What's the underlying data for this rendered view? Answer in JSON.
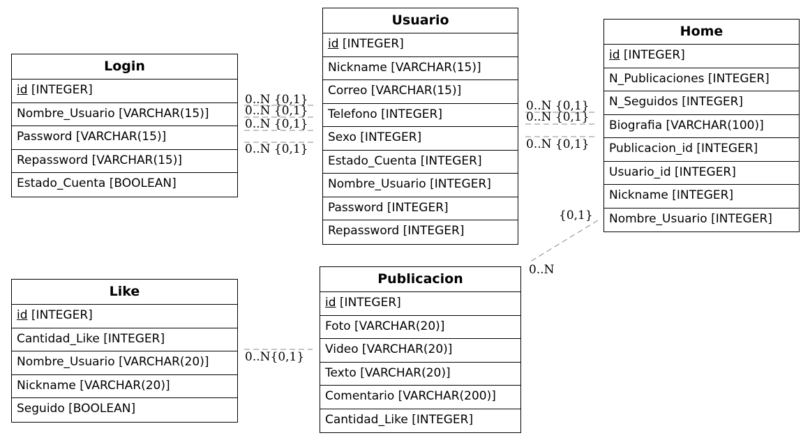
{
  "entities": {
    "login": {
      "title": "Login",
      "attributes": [
        {
          "name": "id",
          "type": "[INTEGER]",
          "pk": true
        },
        {
          "name": "Nombre_Usuario",
          "type": "[VARCHAR(15)]",
          "pk": false
        },
        {
          "name": "Password",
          "type": "[VARCHAR(15)]",
          "pk": false
        },
        {
          "name": "Repassword",
          "type": "[VARCHAR(15)]",
          "pk": false
        },
        {
          "name": "Estado_Cuenta",
          "type": "[BOOLEAN]",
          "pk": false
        }
      ]
    },
    "usuario": {
      "title": "Usuario",
      "attributes": [
        {
          "name": "id",
          "type": "[INTEGER]",
          "pk": true
        },
        {
          "name": "Nickname",
          "type": "[VARCHAR(15)]",
          "pk": false
        },
        {
          "name": "Correo",
          "type": "[VARCHAR(15)]",
          "pk": false
        },
        {
          "name": "Telefono",
          "type": "[INTEGER]",
          "pk": false
        },
        {
          "name": "Sexo",
          "type": "[INTEGER]",
          "pk": false
        },
        {
          "name": "Estado_Cuenta",
          "type": "[INTEGER]",
          "pk": false
        },
        {
          "name": "Nombre_Usuario",
          "type": "[INTEGER]",
          "pk": false
        },
        {
          "name": "Password",
          "type": "[INTEGER]",
          "pk": false
        },
        {
          "name": "Repassword",
          "type": "[INTEGER]",
          "pk": false
        }
      ]
    },
    "home": {
      "title": "Home",
      "attributes": [
        {
          "name": "id",
          "type": "[INTEGER]",
          "pk": true
        },
        {
          "name": "N_Publicaciones",
          "type": "[INTEGER]",
          "pk": false
        },
        {
          "name": "N_Seguidos",
          "type": "[INTEGER]",
          "pk": false
        },
        {
          "name": "Biografia",
          "type": "[VARCHAR(100)]",
          "pk": false
        },
        {
          "name": "Publicacion_id",
          "type": "[INTEGER]",
          "pk": false
        },
        {
          "name": "Usuario_id",
          "type": "[INTEGER]",
          "pk": false
        },
        {
          "name": "Nickname",
          "type": "[INTEGER]",
          "pk": false
        },
        {
          "name": "Nombre_Usuario",
          "type": "[INTEGER]",
          "pk": false
        }
      ]
    },
    "like": {
      "title": "Like",
      "attributes": [
        {
          "name": "id",
          "type": "[INTEGER]",
          "pk": true
        },
        {
          "name": "Cantidad_Like",
          "type": "[INTEGER]",
          "pk": false
        },
        {
          "name": "Nombre_Usuario",
          "type": "[VARCHAR(20)]",
          "pk": false
        },
        {
          "name": "Nickname",
          "type": "[VARCHAR(20)]",
          "pk": false
        },
        {
          "name": "Seguido",
          "type": "[BOOLEAN]",
          "pk": false
        }
      ]
    },
    "publicacion": {
      "title": "Publicacion",
      "attributes": [
        {
          "name": "id",
          "type": "[INTEGER]",
          "pk": true
        },
        {
          "name": "Foto",
          "type": "[VARCHAR(20)]",
          "pk": false
        },
        {
          "name": "Video",
          "type": "[VARCHAR(20)]",
          "pk": false
        },
        {
          "name": "Texto",
          "type": "[VARCHAR(20)]",
          "pk": false
        },
        {
          "name": "Comentario",
          "type": "[VARCHAR(200)]",
          "pk": false
        },
        {
          "name": "Cantidad_Like",
          "type": "[INTEGER]",
          "pk": false
        }
      ]
    }
  },
  "relationship_labels": {
    "login_usuario_1": "0..N {0,1}",
    "login_usuario_2": "0..N {0,1}",
    "login_usuario_3": "0..N {0,1}",
    "login_usuario_4": "0..N {0,1}",
    "usuario_home_1": "0..N {0,1}",
    "usuario_home_2": "0..N {0,1}",
    "usuario_home_3": "0..N {0,1}",
    "home_publicacion_one": "{0,1}",
    "home_publicacion_many": "0..N",
    "like_publicacion": "0..N{0,1}"
  },
  "colors": {
    "line": "#888888",
    "border": "#000000"
  }
}
